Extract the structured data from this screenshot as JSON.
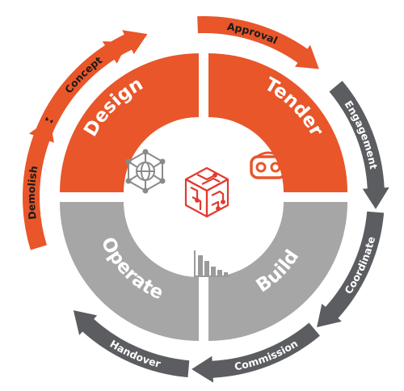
{
  "colors": {
    "orange": "#e8562a",
    "orange_dark": "#c9431b",
    "gray_arrow": "#5b5d61",
    "gray_quad": "#a6a6a6",
    "arrow_text_dark": "#1a1a1a",
    "arrow_text_light": "#ffffff",
    "center_icon_red": "#e23a2e",
    "icon_gray": "#8a8a8a"
  },
  "outer_ring": [
    {
      "label": "Development",
      "color": "orange",
      "text_color": "arrow_text_dark"
    },
    {
      "label": "Approval",
      "color": "orange",
      "text_color": "arrow_text_dark"
    },
    {
      "label": "Engagement",
      "color": "gray_arrow",
      "text_color": "arrow_text_light"
    },
    {
      "label": "Coordinate",
      "color": "gray_arrow",
      "text_color": "arrow_text_light"
    },
    {
      "label": "Commission",
      "color": "gray_arrow",
      "text_color": "arrow_text_light"
    },
    {
      "label": "Handover",
      "color": "gray_arrow",
      "text_color": "arrow_text_light"
    },
    {
      "label": "Demolish",
      "color": "orange",
      "text_color": "arrow_text_dark"
    },
    {
      "label": "Concept",
      "color": "orange",
      "text_color": "arrow_text_dark"
    }
  ],
  "quadrants": [
    {
      "label": "Design",
      "color": "orange"
    },
    {
      "label": "Tender",
      "color": "orange"
    },
    {
      "label": "Build",
      "color": "gray_quad"
    },
    {
      "label": "Operate",
      "color": "gray_quad"
    }
  ],
  "icons": {
    "design": "globe-network-icon",
    "tender": "vr-headset-icon",
    "center": "circuit-cube-icon",
    "operate": "bar-chart-icon"
  }
}
